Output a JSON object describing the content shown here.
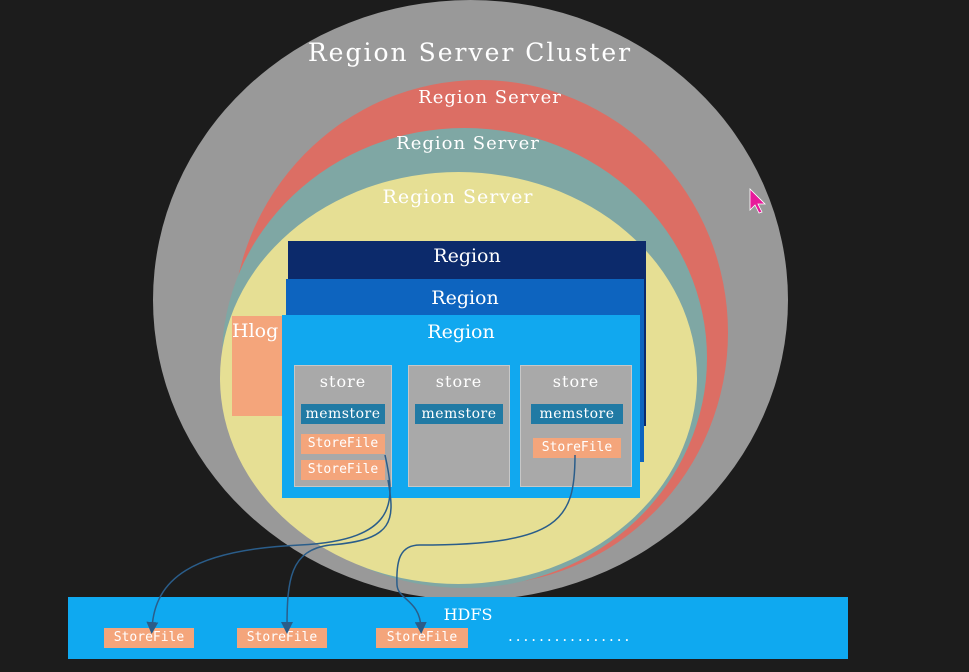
{
  "cluster": {
    "label": "Region Server Cluster"
  },
  "servers": [
    {
      "label": "Region Server"
    },
    {
      "label": "Region Server"
    },
    {
      "label": "Region Server"
    }
  ],
  "hlog": {
    "label": "Hlog"
  },
  "regions": [
    {
      "label": "Region"
    },
    {
      "label": "Region"
    },
    {
      "label": "Region"
    }
  ],
  "stores": [
    {
      "label": "store",
      "memstore": "memstore",
      "storefiles": [
        "StoreFile",
        "StoreFile"
      ]
    },
    {
      "label": "store",
      "memstore": "memstore",
      "storefiles": []
    },
    {
      "label": "store",
      "memstore": "memstore",
      "storefiles": [
        "StoreFile"
      ]
    }
  ],
  "hdfs": {
    "label": "HDFS",
    "storefiles": [
      "StoreFile",
      "StoreFile",
      "StoreFile"
    ],
    "ellipsis": "................"
  },
  "colors": {
    "background": "#1c1c1c",
    "cluster": "#999999",
    "server_red": "#dc6e64",
    "server_teal": "#7fa7a4",
    "server_yellow": "#e6df94",
    "region_dark": "#0c2a6b",
    "region_mid": "#0d64bf",
    "region_light": "#11a8ef",
    "hdfs": "#0fa9f0",
    "storefile": "#f4a57b",
    "memstore": "#217aa4"
  }
}
